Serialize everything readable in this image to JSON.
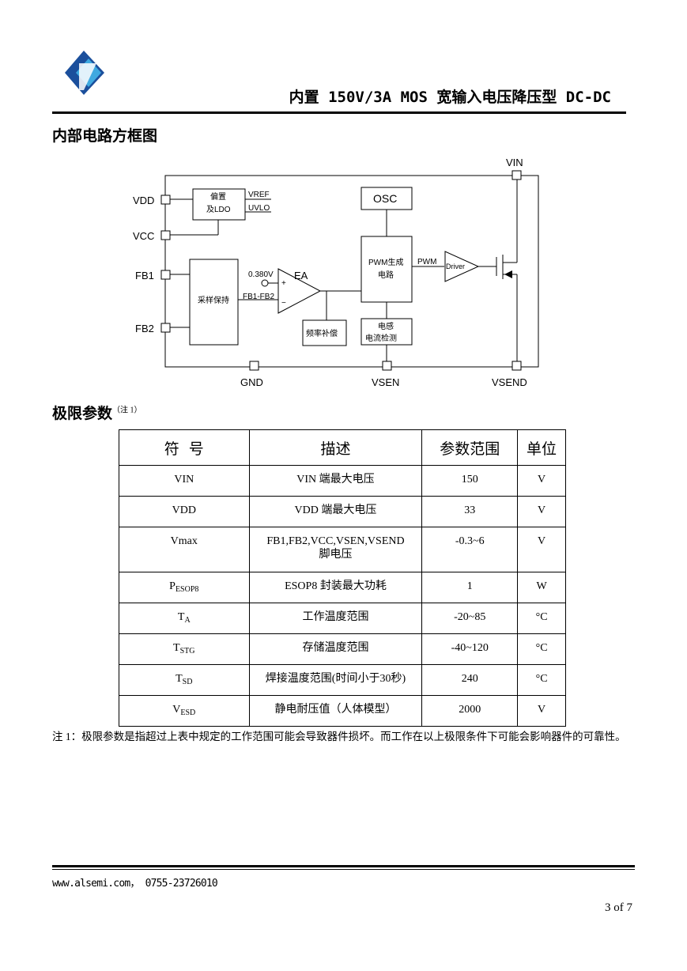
{
  "header": {
    "title": "内置 150V/3A MOS 宽输入电压降压型 DC-DC"
  },
  "sections": {
    "block_diagram_title": "内部电路方框图",
    "limits_title": "极限参数",
    "limits_title_note": "（注 1）"
  },
  "diagram": {
    "pins": {
      "vdd": "VDD",
      "vcc": "VCC",
      "fb1": "FB1",
      "fb2": "FB2",
      "gnd": "GND",
      "vsen": "VSEN",
      "vsend": "VSEND",
      "vin": "VIN"
    },
    "bias_ldo_line1": "偏置",
    "bias_ldo_line2": "及LDO",
    "vref": "VREF",
    "uvlo": "UVLO",
    "sample_hold": "采样保持",
    "ref_voltage": "0.380V",
    "ea": "EA",
    "plus": "+",
    "minus": "−",
    "fb_diff": "FB1-FB2",
    "freq_comp": "频率补偿",
    "osc": "OSC",
    "pwm_line1": "PWM生成",
    "pwm_line2": "电路",
    "pwm_signal": "PWM",
    "driver": "Driver",
    "inductor_line1": "电感",
    "inductor_line2": "电流检测"
  },
  "table": {
    "headers": [
      "符  号",
      "描述",
      "参数范围",
      "单位"
    ],
    "rows": [
      {
        "symbol": "VIN",
        "symbol_sub": "",
        "desc": "VIN 端最大电压",
        "desc2": "",
        "range": "150",
        "unit": "V"
      },
      {
        "symbol": "VDD",
        "symbol_sub": "",
        "desc": "VDD 端最大电压",
        "desc2": "",
        "range": "33",
        "unit": "V"
      },
      {
        "symbol": "Vmax",
        "symbol_sub": "",
        "desc": "FB1,FB2,VCC,VSEN,VSEND",
        "desc2": "脚电压",
        "range": "-0.3~6",
        "unit": "V"
      },
      {
        "symbol": "P",
        "symbol_sub": "ESOP8",
        "desc": "ESOP8 封装最大功耗",
        "desc2": "",
        "range": "1",
        "unit": "W"
      },
      {
        "symbol": "T",
        "symbol_sub": "A",
        "desc": "工作温度范围",
        "desc2": "",
        "range": "-20~85",
        "unit": "°C"
      },
      {
        "symbol": "T",
        "symbol_sub": "STG",
        "desc": "存储温度范围",
        "desc2": "",
        "range": "-40~120",
        "unit": "°C"
      },
      {
        "symbol": "T",
        "symbol_sub": "SD",
        "desc": "焊接温度范围(时间小于30秒)",
        "desc2": "",
        "range": "240",
        "unit": "°C"
      },
      {
        "symbol": "V",
        "symbol_sub": "ESD",
        "desc": "静电耐压值（人体模型）",
        "desc2": "",
        "range": "2000",
        "unit": "V"
      }
    ]
  },
  "note": "注 1：极限参数是指超过上表中规定的工作范围可能会导致器件损坏。而工作在以上极限条件下可能会影响器件的可靠性。",
  "footer": {
    "contact": "www.alsemi.com，  0755-23726010",
    "page": "3  of  7"
  },
  "colors": {
    "logo_dark": "#1b4f9c",
    "logo_light": "#3fa9e0",
    "line": "#000000"
  }
}
